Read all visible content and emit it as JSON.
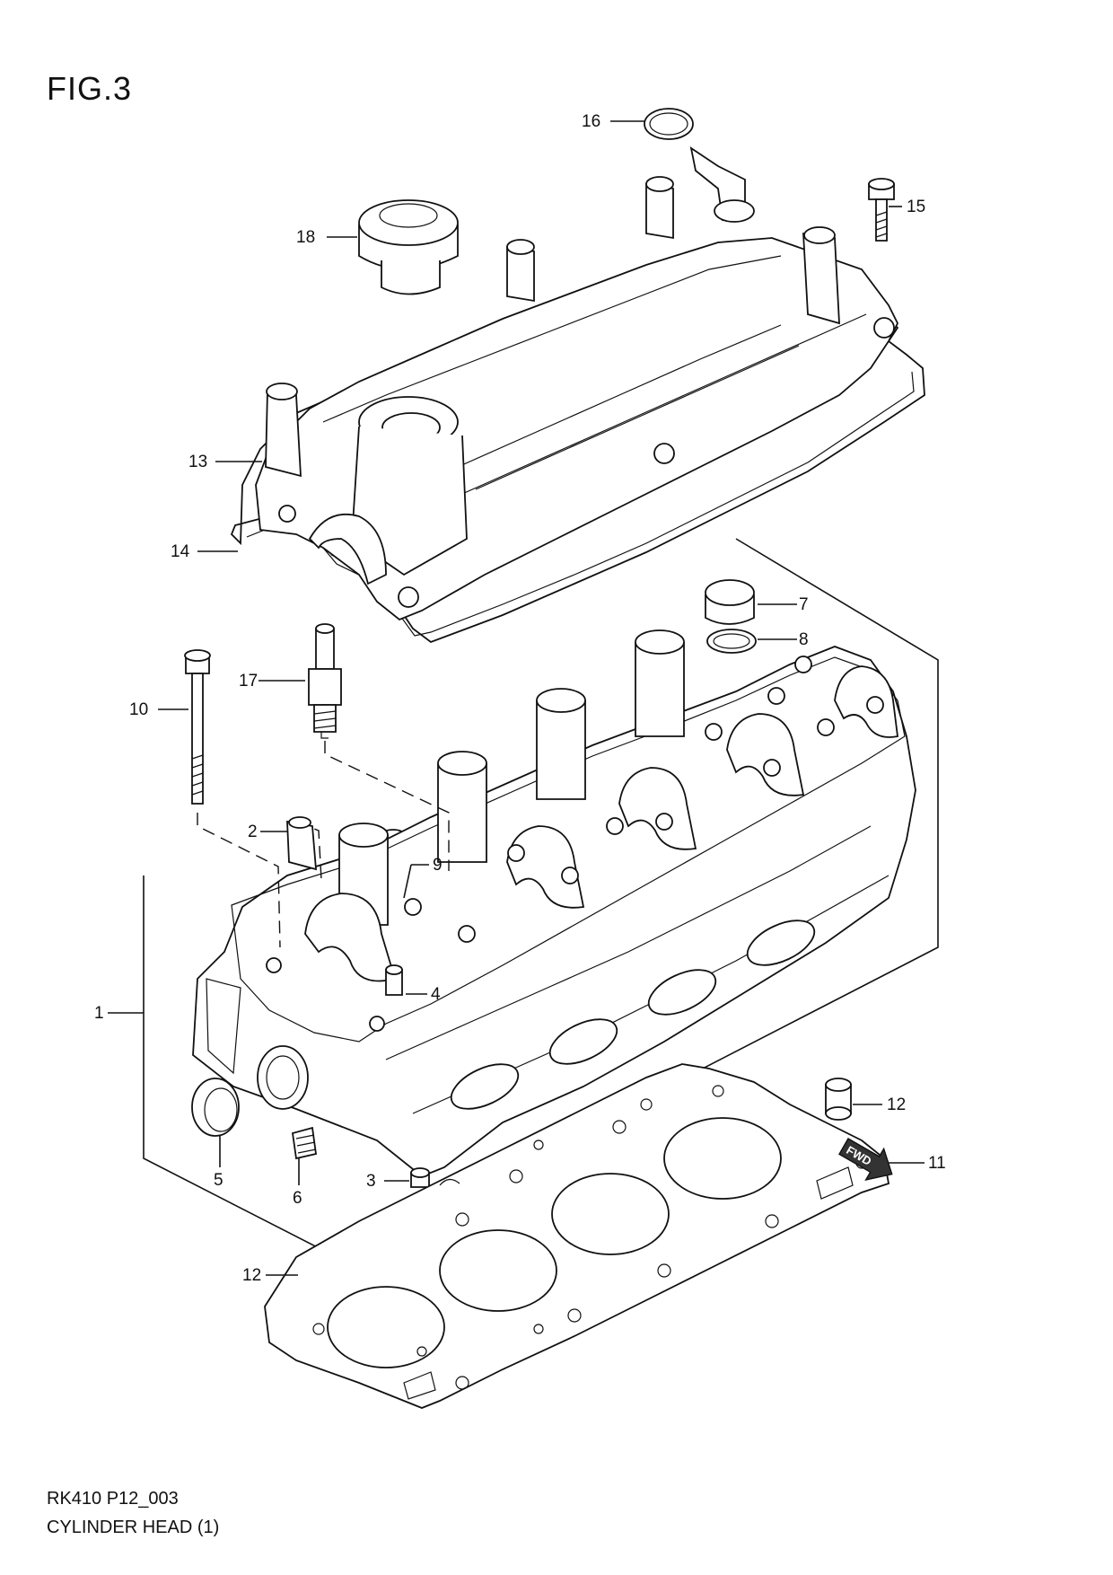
{
  "figure": {
    "title": "FIG.3",
    "code": "RK410 P12_003",
    "name": "CYLINDER HEAD (1)",
    "fwd_label": "FWD"
  },
  "callouts": [
    {
      "id": "1",
      "text": "1"
    },
    {
      "id": "2",
      "text": "2"
    },
    {
      "id": "3",
      "text": "3"
    },
    {
      "id": "4",
      "text": "4"
    },
    {
      "id": "5",
      "text": "5"
    },
    {
      "id": "6",
      "text": "6"
    },
    {
      "id": "7",
      "text": "7"
    },
    {
      "id": "8",
      "text": "8"
    },
    {
      "id": "9",
      "text": "9"
    },
    {
      "id": "10",
      "text": "10"
    },
    {
      "id": "11",
      "text": "11"
    },
    {
      "id": "12a",
      "text": "12"
    },
    {
      "id": "12b",
      "text": "12"
    },
    {
      "id": "13",
      "text": "13"
    },
    {
      "id": "14",
      "text": "14"
    },
    {
      "id": "15",
      "text": "15"
    },
    {
      "id": "16",
      "text": "16"
    },
    {
      "id": "17",
      "text": "17"
    },
    {
      "id": "18",
      "text": "18"
    }
  ]
}
